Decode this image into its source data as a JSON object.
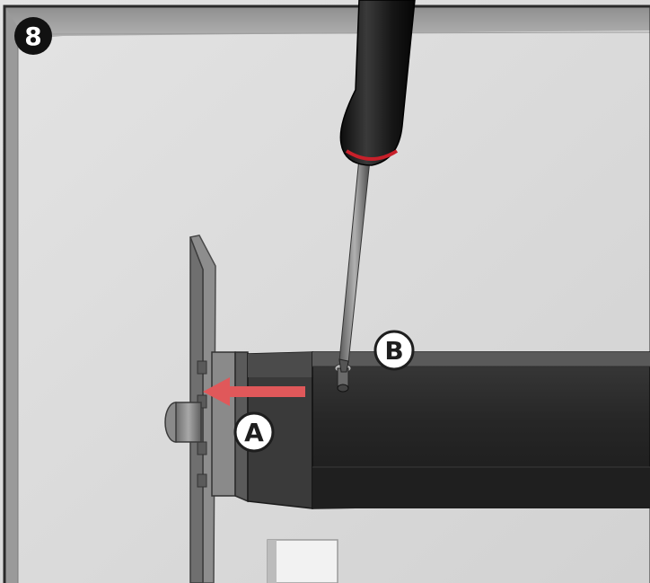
{
  "step": {
    "number": "8"
  },
  "callouts": {
    "a": "A",
    "b": "B"
  },
  "colors": {
    "background": "#ffffff",
    "panel_face": "#d9d9d9",
    "frame_edge": "#8a8a8a",
    "handle": "#1a1a1a",
    "handle_ring": "#c8202a",
    "arrow": "#e0585a",
    "callout_ring": "#1e1e1e",
    "step_badge": "#111111"
  },
  "icons": {
    "screwdriver": "screwdriver-icon",
    "arrow": "arrow-left-icon"
  }
}
